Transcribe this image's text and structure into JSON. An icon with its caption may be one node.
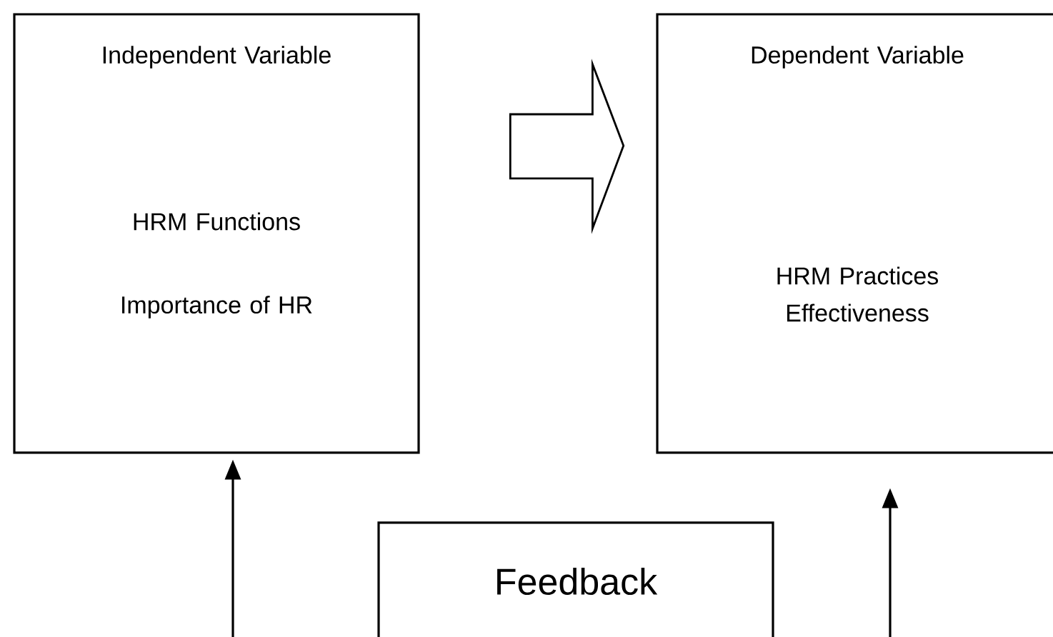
{
  "diagram": {
    "nodes": [
      {
        "text": [
          "Independent Variable",
          "HRM Functions",
          "Importance of HR"
        ]
      },
      {
        "text": [
          "Dependent Variable",
          "HRM Practices Effectiveness"
        ]
      },
      {
        "text": [
          "Feedback"
        ]
      }
    ],
    "edges": [
      {
        "from": 0,
        "to": 1,
        "arrow": "to"
      },
      {
        "from": null,
        "to": 0,
        "arrow": "to"
      },
      {
        "from": null,
        "to": 1,
        "arrow": "to"
      }
    ]
  }
}
